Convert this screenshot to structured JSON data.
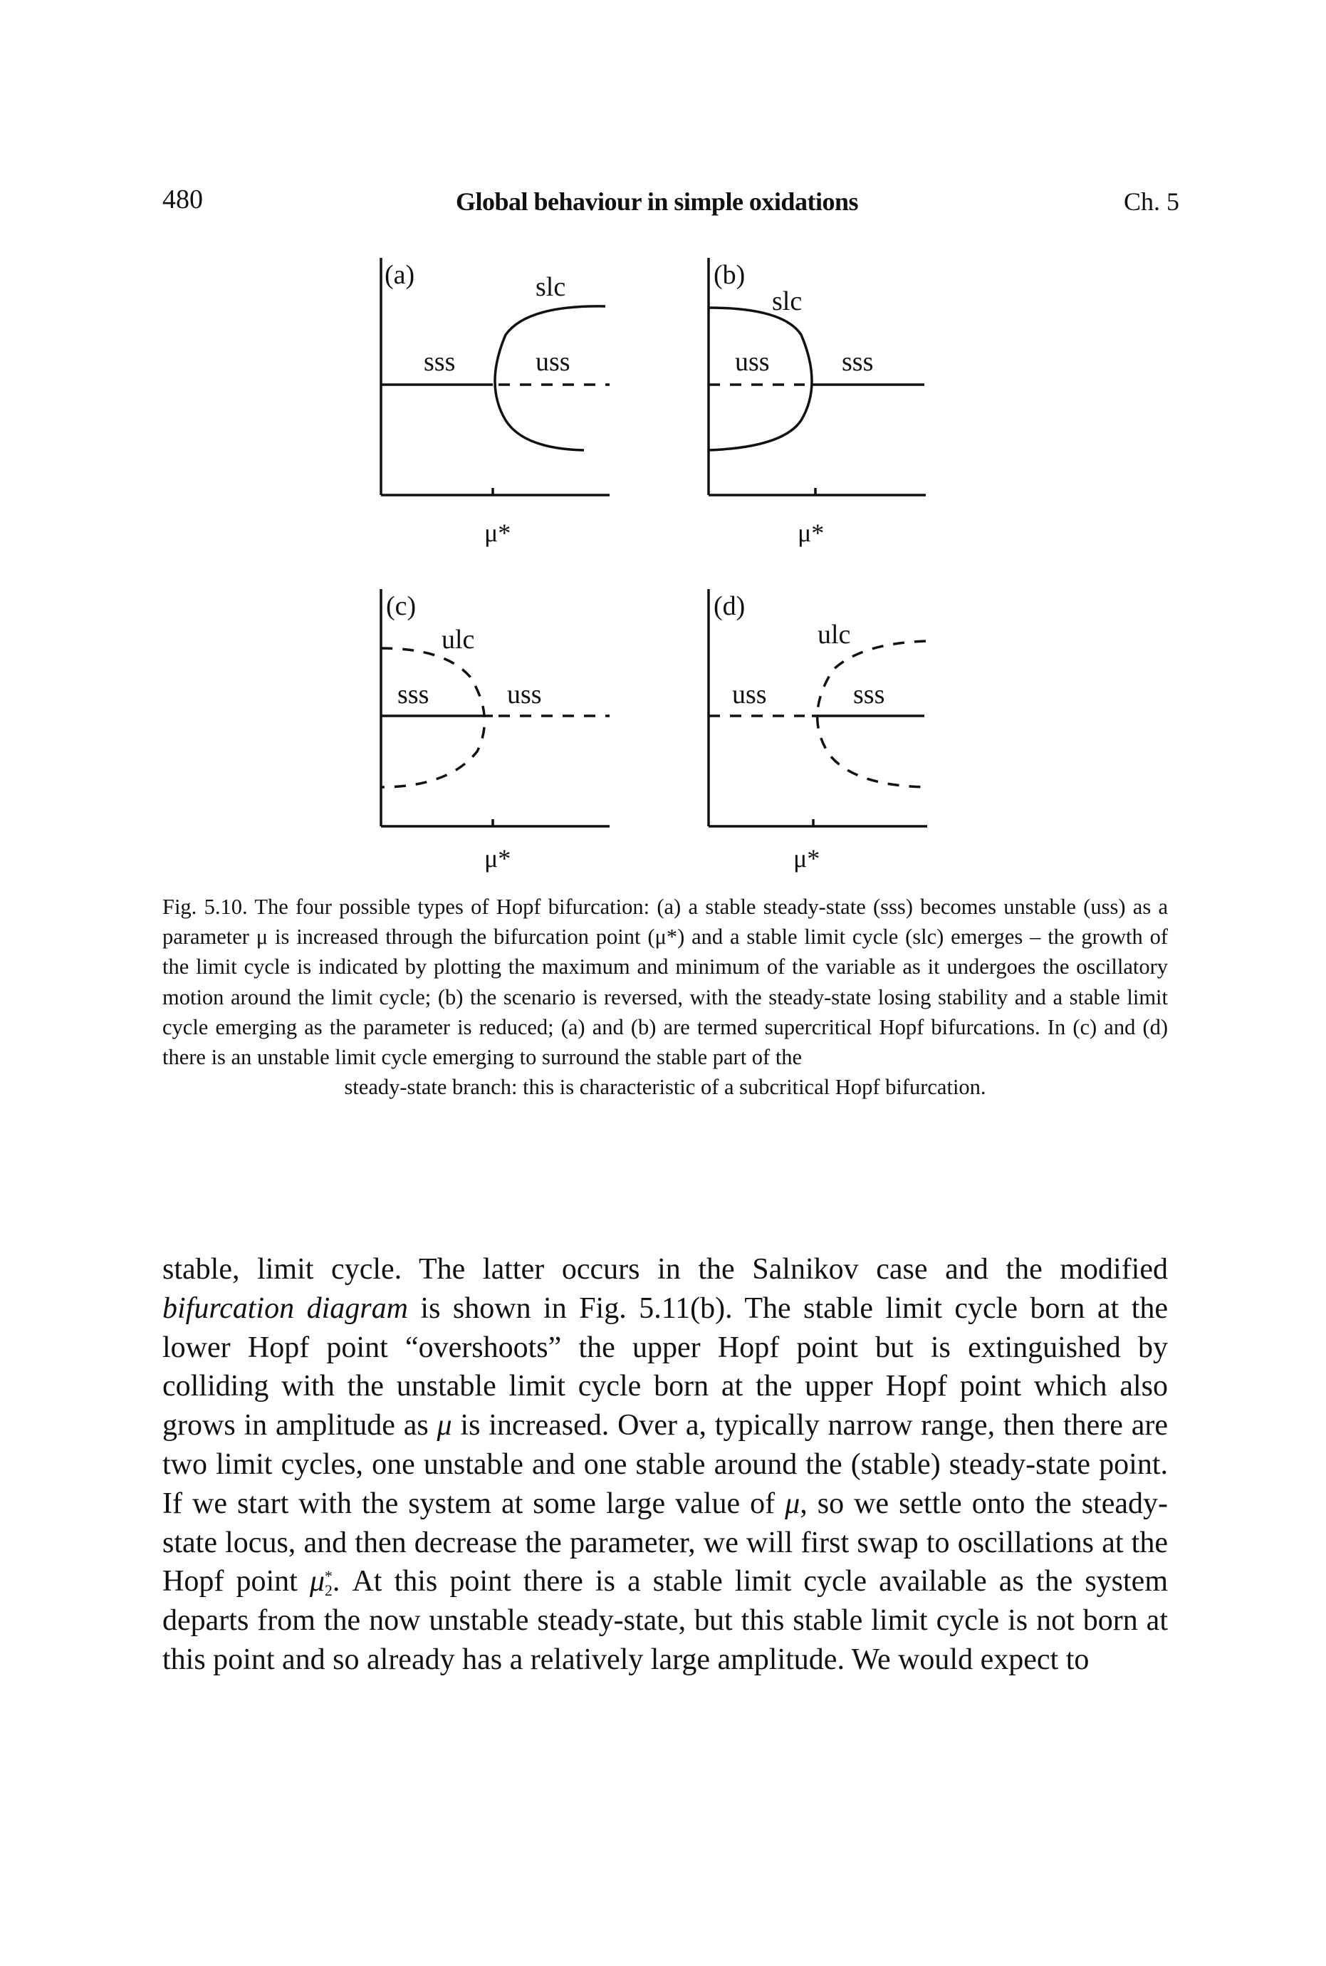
{
  "header": {
    "page_number": "480",
    "running_title": "Global behaviour in simple oxidations",
    "chapter": "Ch. 5"
  },
  "figure": {
    "panels": [
      {
        "id": "a",
        "label": "(a)",
        "upper_branch": "slc",
        "left_label": "sss",
        "right_label": "uss",
        "axis_label": "μ*"
      },
      {
        "id": "b",
        "label": "(b)",
        "upper_branch": "slc",
        "left_label": "uss",
        "right_label": "sss",
        "axis_label": "μ*"
      },
      {
        "id": "c",
        "label": "(c)",
        "upper_branch": "ulc",
        "left_label": "sss",
        "right_label": "uss",
        "axis_label": "μ*"
      },
      {
        "id": "d",
        "label": "(d)",
        "upper_branch": "ulc",
        "left_label": "uss",
        "right_label": "sss",
        "axis_label": "μ*"
      }
    ],
    "caption_lines": [
      "Fig. 5.10. The four possible types of Hopf bifurcation: (a) a stable steady-state (sss) becomes",
      "unstable (uss) as a parameter μ is increased through the bifurcation point (μ*) and a stable",
      "limit cycle (slc) emerges – the growth of the limit cycle is indicated by plotting the maximum",
      "and minimum of the variable as it undergoes the oscillatory motion around the limit cycle;",
      "(b) the scenario is reversed, with the steady-state losing stability and a stable limit cycle",
      "emerging as the parameter is reduced; (a) and (b) are termed supercritical Hopf bifurcations.",
      "In (c) and (d) there is an unstable limit cycle emerging to surround the stable part of the",
      "steady-state branch: this is characteristic of a subcritical Hopf bifurcation."
    ]
  },
  "body": {
    "p1": "stable, limit cycle. The latter occurs in the Salnikov case and the modified ",
    "p1_em": "bifurcation diagram",
    "p2": " is shown in Fig. 5.11(b). The stable limit cycle born at the lower Hopf point “overshoots” the upper Hopf point but is extinguished by colliding with the unstable limit cycle born at the upper Hopf point which also grows in amplitude as ",
    "mu": "μ",
    "p3": " is increased. Over a, typically narrow range, then there are two limit cycles, one unstable and one stable around the (stable) steady-state point. If we start with the system at some large value of ",
    "p4": ", so we settle onto the steady-state locus, and then decrease the parameter, we will first swap to oscillations at the Hopf point ",
    "mu2_base": "μ",
    "mu2_sup": "*",
    "mu2_sub": "2",
    "p5": ". At this point there is a stable limit cycle available as the system departs from the now unstable steady-state, but this stable limit cycle is not born at this point and so already has a relatively large amplitude. We would expect to"
  }
}
